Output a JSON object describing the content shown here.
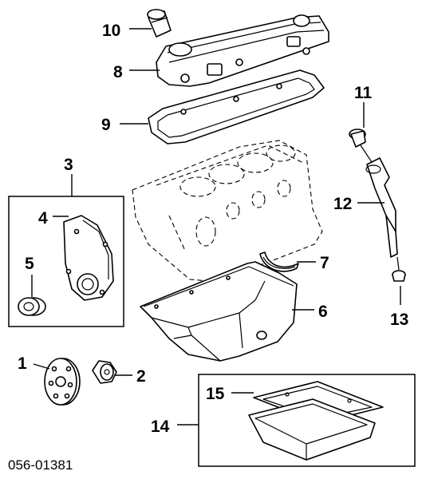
{
  "diagram": {
    "callouts": {
      "c1": "1",
      "c2": "2",
      "c3": "3",
      "c4": "4",
      "c5": "5",
      "c6": "6",
      "c7": "7",
      "c8": "8",
      "c9": "9",
      "c10": "10",
      "c11": "11",
      "c12": "12",
      "c13": "13",
      "c14": "14",
      "c15": "15"
    },
    "part_number": "056-01381"
  }
}
